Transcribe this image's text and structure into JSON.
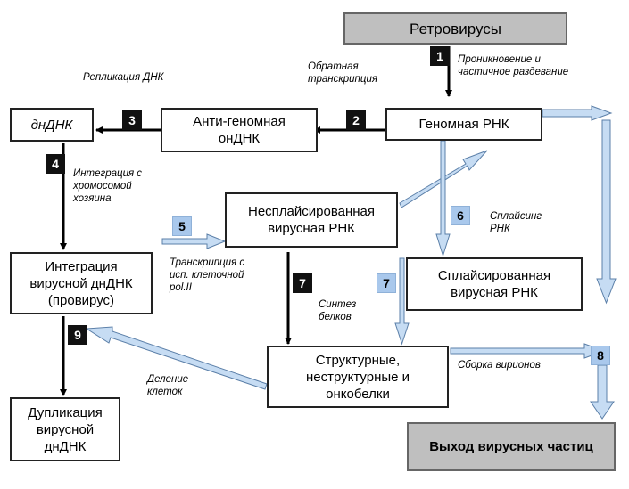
{
  "boxes": {
    "retroviruses": "Ретровирусы",
    "genomic_rna": "Геномная РНК",
    "antigenomic_ssdna": "Анти-геномная\nонДНК",
    "dsdna": "днДНК",
    "unspliced_rna": "Несплайсированная\nвирусная РНК",
    "integration": "Интеграция\nвирусной днДНК\n(провирус)",
    "spliced_rna": "Сплайсированная\nвирусная РНК",
    "proteins": "Структурные,\nнеструктурные и\nонкобелки",
    "duplication": "Дупликация\nвирусной\nднДНК",
    "exit": "Выход вирусных частиц"
  },
  "steps": [
    "1",
    "2",
    "3",
    "4",
    "5",
    "6",
    "7",
    "7",
    "8",
    "9"
  ],
  "notes": {
    "penetration": "Проникновение и\nчастичное раздевание",
    "reverse_transcription": "Обратная\nтранскрипция",
    "dna_replication": "Репликация ДНК",
    "integration_chromosome": "Интеграция с\nхромосомой\nхозяина",
    "splicing": "Сплайсинг\nРНК",
    "transcription": "Транскрипция с\nисп. клеточной\npol.II",
    "protein_synthesis": "Синтез\nбелков",
    "virion_assembly": "Сборка вирионов",
    "cell_division": "Деление\nклеток"
  },
  "colors": {
    "dark_arrow": "#000000",
    "light_arrow_fill": "#c6dcf3",
    "light_arrow_stroke": "#5b7fa8",
    "gray_box": "#bfbfbf"
  }
}
